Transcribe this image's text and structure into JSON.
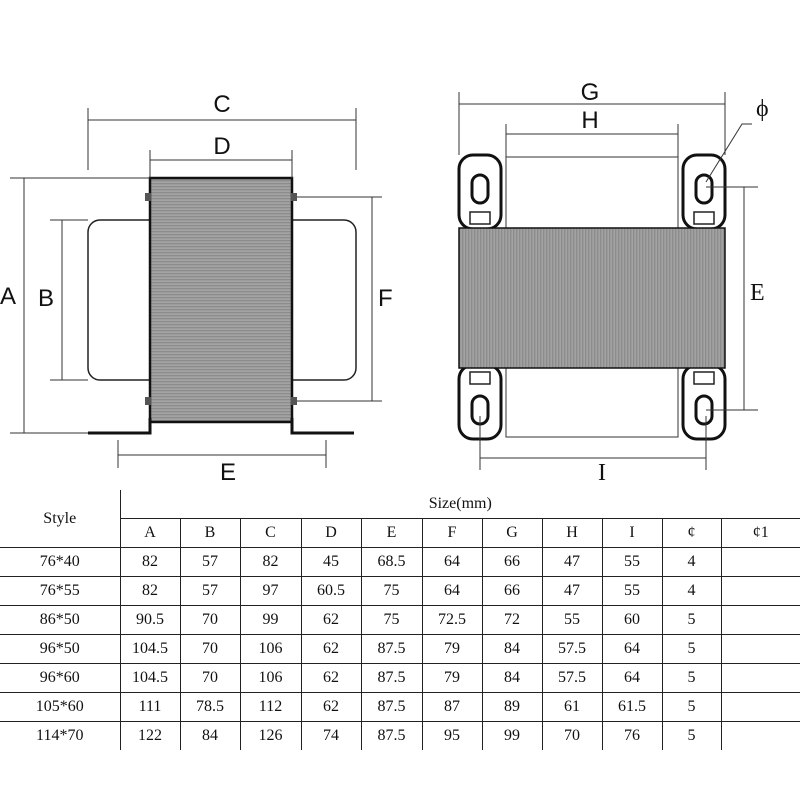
{
  "drawing": {
    "side_view": {
      "labels": {
        "a": "A",
        "b": "B",
        "c": "C",
        "d": "D",
        "e": "E",
        "f": "F"
      }
    },
    "front_view": {
      "labels": {
        "g": "G",
        "h": "H",
        "e": "E",
        "i": "I",
        "phi": "ϕ"
      }
    }
  },
  "table": {
    "style_header": "Style",
    "size_header": "Size(mm)",
    "columns": [
      "A",
      "B",
      "C",
      "D",
      "E",
      "F",
      "G",
      "H",
      "I",
      "¢",
      "¢1"
    ],
    "rows": [
      {
        "style": "76*40",
        "values": [
          "82",
          "57",
          "82",
          "45",
          "68.5",
          "64",
          "66",
          "47",
          "55",
          "4",
          ""
        ]
      },
      {
        "style": "76*55",
        "values": [
          "82",
          "57",
          "97",
          "60.5",
          "75",
          "64",
          "66",
          "47",
          "55",
          "4",
          ""
        ]
      },
      {
        "style": "86*50",
        "values": [
          "90.5",
          "70",
          "99",
          "62",
          "75",
          "72.5",
          "72",
          "55",
          "60",
          "5",
          ""
        ]
      },
      {
        "style": "96*50",
        "values": [
          "104.5",
          "70",
          "106",
          "62",
          "87.5",
          "79",
          "84",
          "57.5",
          "64",
          "5",
          ""
        ]
      },
      {
        "style": "96*60",
        "values": [
          "104.5",
          "70",
          "106",
          "62",
          "87.5",
          "79",
          "84",
          "57.5",
          "64",
          "5",
          ""
        ]
      },
      {
        "style": "105*60",
        "values": [
          "111",
          "78.5",
          "112",
          "62",
          "87.5",
          "87",
          "89",
          "61",
          "61.5",
          "5",
          ""
        ]
      },
      {
        "style": "114*70",
        "values": [
          "122",
          "84",
          "126",
          "74",
          "87.5",
          "95",
          "99",
          "70",
          "76",
          "5",
          ""
        ]
      }
    ]
  }
}
